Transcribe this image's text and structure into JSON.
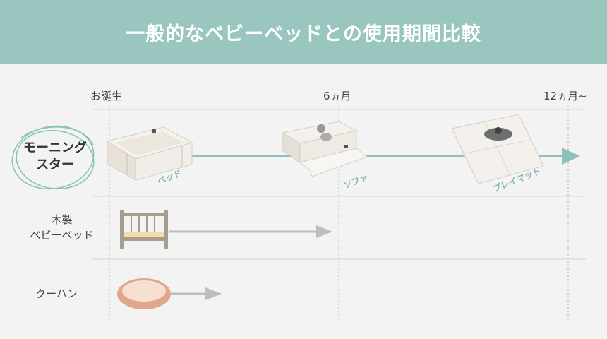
{
  "title": "一般的なベビーベッドとの使用期間比較",
  "timeline": {
    "ticks": [
      "お誕生",
      "6ヵ月",
      "12ヵ月~"
    ]
  },
  "rows": [
    {
      "label_lines": [
        "モーニング",
        "スター"
      ],
      "stages": [
        "ベッド",
        "ソファ",
        "プレイマット"
      ]
    },
    {
      "label_lines": [
        "木製",
        "ベビーベッド"
      ]
    },
    {
      "label_lines": [
        "クーハン"
      ]
    }
  ],
  "colors": {
    "header": "#9ac6c0",
    "accent_arrow": "#8cc2ba",
    "gray_arrow": "#bdbdbd",
    "crib_wood": "#a89c8e",
    "crib_mattress": "#f3dfa6",
    "basket": "#e2a58e",
    "basket_inner": "#f6e0d2"
  },
  "icons": [
    "circle-scribble-icon",
    "bed-product-image",
    "sofa-product-image",
    "playmat-product-image",
    "crib-icon",
    "basket-icon"
  ]
}
